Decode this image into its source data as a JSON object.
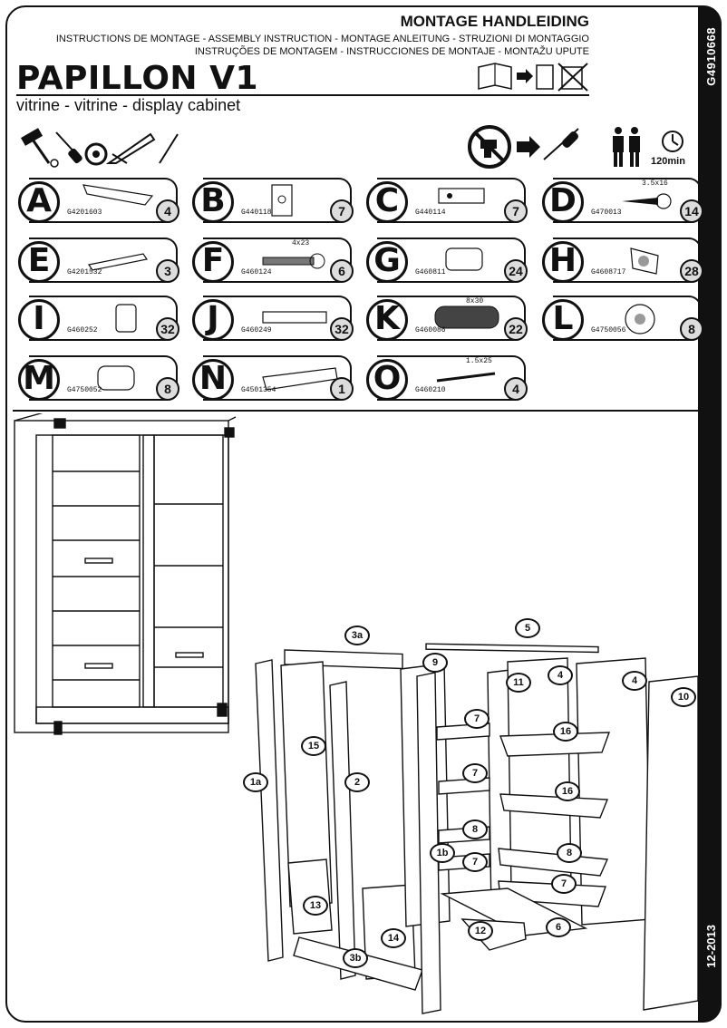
{
  "header": {
    "main_title": "MONTAGE HANDLEIDING",
    "languages_line1": "INSTRUCTIONS DE MONTAGE - ASSEMBLY INSTRUCTION - MONTAGE ANLEITUNG - STRUZIONI DI MONTAGGIO",
    "languages_line2": "INSTRUÇÕES DE MONTAGEM - INSTRUCCIONES DE MONTAJE - MONTAŽU UPUTE"
  },
  "product": {
    "name": "PAPILLON V1",
    "subtitle": "vitrine - vitrine - display cabinet"
  },
  "side": {
    "code": "G4910668",
    "date": "12-2013"
  },
  "assembly": {
    "time": "120min",
    "persons": 2
  },
  "parts": [
    {
      "letter": "A",
      "code": "G4201603",
      "qty": "4",
      "dim": ""
    },
    {
      "letter": "B",
      "code": "G440118",
      "qty": "7",
      "dim": ""
    },
    {
      "letter": "C",
      "code": "G440114",
      "qty": "7",
      "dim": ""
    },
    {
      "letter": "D",
      "code": "G470013",
      "qty": "14",
      "dim": "3.5x16"
    },
    {
      "letter": "E",
      "code": "G4201532",
      "qty": "3",
      "dim": ""
    },
    {
      "letter": "F",
      "code": "G460124",
      "qty": "6",
      "dim": "4x23"
    },
    {
      "letter": "G",
      "code": "G460811",
      "qty": "24",
      "dim": ""
    },
    {
      "letter": "H",
      "code": "G4608717",
      "qty": "28",
      "dim": ""
    },
    {
      "letter": "I",
      "code": "G460252",
      "qty": "32",
      "dim": ""
    },
    {
      "letter": "J",
      "code": "G460249",
      "qty": "32",
      "dim": ""
    },
    {
      "letter": "K",
      "code": "G460086",
      "qty": "22",
      "dim": "8x30"
    },
    {
      "letter": "L",
      "code": "G4750056",
      "qty": "8",
      "dim": ""
    },
    {
      "letter": "M",
      "code": "G4750052",
      "qty": "8",
      "dim": ""
    },
    {
      "letter": "N",
      "code": "G4501354",
      "qty": "1",
      "dim": ""
    },
    {
      "letter": "O",
      "code": "G460210",
      "qty": "4",
      "dim": "1.5x25"
    }
  ],
  "panels": [
    "3a",
    "5",
    "9",
    "11",
    "4",
    "4",
    "10",
    "7",
    "16",
    "15",
    "1a",
    "2",
    "7",
    "16",
    "8",
    "1b",
    "7",
    "8",
    "7",
    "13",
    "14",
    "12",
    "6",
    "3b"
  ],
  "colors": {
    "ink": "#111111",
    "badge": "#dddddd",
    "paper": "#ffffff"
  }
}
